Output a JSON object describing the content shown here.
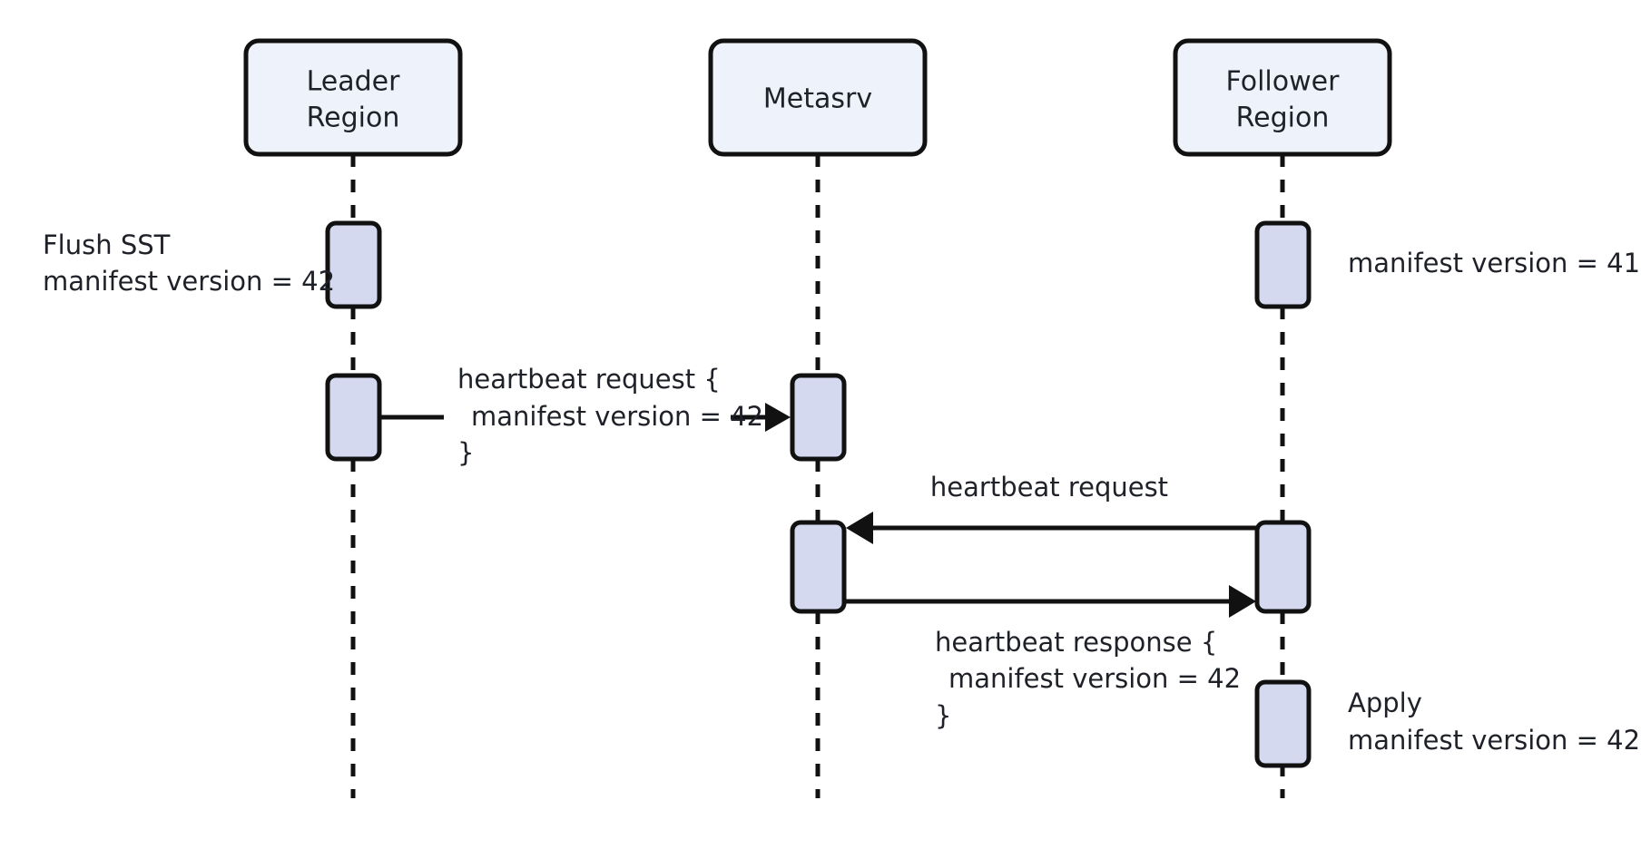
{
  "diagram": {
    "type": "sequence-diagram",
    "title": "",
    "background_color": "#ffffff",
    "participant_fill": "#eef2fb",
    "activation_fill": "#d5d9f0",
    "stroke_color": "#111111",
    "text_color": "#1f2128",
    "participants": [
      {
        "id": "leader",
        "label_line1": "Leader",
        "label_line2": "Region"
      },
      {
        "id": "metasrv",
        "label_line1": "Metasrv",
        "label_line2": ""
      },
      {
        "id": "follower",
        "label_line1": "Follower",
        "label_line2": "Region"
      }
    ],
    "notes": [
      {
        "id": "note-flush-sst",
        "side": "left",
        "participant": "leader",
        "lines": [
          "Flush SST",
          "manifest version = 42"
        ]
      },
      {
        "id": "note-follower-v41",
        "side": "right",
        "participant": "follower",
        "lines": [
          "manifest version = 41"
        ]
      },
      {
        "id": "note-apply",
        "side": "right",
        "participant": "follower",
        "lines": [
          "Apply",
          "manifest version = 42"
        ]
      }
    ],
    "messages": [
      {
        "id": "msg-heartbeat-request-leader",
        "from": "leader",
        "to": "metasrv",
        "direction": "right",
        "arrow": "solid-filled",
        "lines": [
          "heartbeat request {",
          "manifest version = 42",
          "}"
        ],
        "line_indents": [
          0,
          1,
          0
        ]
      },
      {
        "id": "msg-heartbeat-request-follower",
        "from": "follower",
        "to": "metasrv",
        "direction": "left",
        "arrow": "solid-filled",
        "lines": [
          "heartbeat request"
        ],
        "line_indents": [
          0
        ]
      },
      {
        "id": "msg-heartbeat-response",
        "from": "metasrv",
        "to": "follower",
        "direction": "right",
        "arrow": "solid-filled",
        "lines": [
          "heartbeat response {",
          "manifest version = 42",
          "}"
        ],
        "line_indents": [
          0,
          1,
          0
        ]
      }
    ]
  }
}
